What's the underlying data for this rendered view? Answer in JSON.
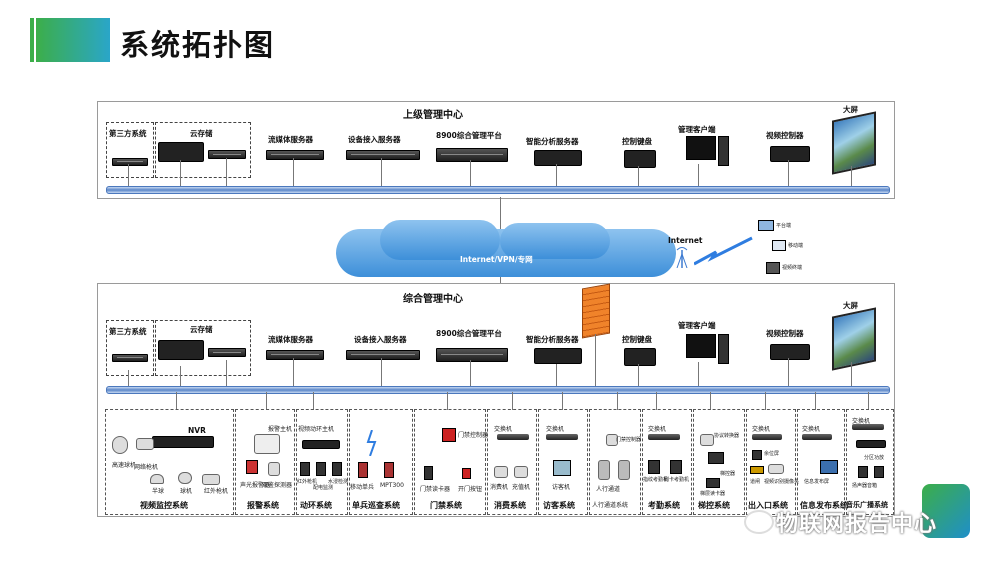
{
  "page": {
    "title": "系统拓扑图"
  },
  "upper": {
    "title": "上级管理中心",
    "third_party": "第三方系统",
    "cloud_storage": "云存储",
    "items": [
      "流媒体服务器",
      "设备接入服务器",
      "8900综合管理平台",
      "智能分析服务器",
      "控制键盘",
      "管理客户端",
      "视频控制器",
      "大屏"
    ]
  },
  "network": {
    "cloud_label": "Internet/VPN/专网",
    "internet_label": "Internet",
    "mobile_labels": [
      "平台端",
      "移动端",
      "视频终端"
    ]
  },
  "lower": {
    "title": "综合管理中心",
    "third_party": "第三方系统",
    "cloud_storage": "云存储",
    "items": [
      "流媒体服务器",
      "设备接入服务器",
      "8900综合管理平台",
      "智能分析服务器",
      "控制键盘",
      "管理客户端",
      "视频控制器",
      "大屏"
    ]
  },
  "subsystems": [
    {
      "name": "视频监控系统",
      "top": "NVR",
      "devices": [
        "高速球机",
        "网络枪机",
        "半球",
        "球机",
        "红外枪机"
      ]
    },
    {
      "name": "报警系统",
      "top": "报警主机",
      "devices": [
        "声光报警器",
        "双鉴探测器"
      ]
    },
    {
      "name": "动环系统",
      "top": "视频动环主机",
      "devices": [
        "红外枪机",
        "配电监测",
        "水浸检测"
      ]
    },
    {
      "name": "单兵巡查系统",
      "top": "",
      "devices": [
        "移动单兵",
        "MPT300"
      ]
    },
    {
      "name": "门禁系统",
      "top": "门禁控制器",
      "devices": [
        "门禁读卡器",
        "开门按钮"
      ]
    },
    {
      "name": "消费系统",
      "top": "交换机",
      "devices": [
        "消费机",
        "充值机"
      ]
    },
    {
      "name": "访客系统",
      "top": "交换机",
      "devices": [
        "访客机"
      ]
    },
    {
      "name": "人行通道系统",
      "top": "门禁控制器",
      "devices": [
        "人行通道"
      ]
    },
    {
      "name": "考勤系统",
      "top": "交换机",
      "devices": [
        "指纹考勤机",
        "刷卡考勤机"
      ]
    },
    {
      "name": "梯控系统",
      "top": "协议转换器",
      "devices": [
        "梯控器",
        "梯层读卡器"
      ]
    },
    {
      "name": "出入口系统",
      "top": "交换机",
      "devices": [
        "余位屏",
        "道闸",
        "视频识别摄像头"
      ]
    },
    {
      "name": "信息发布系统",
      "top": "交换机",
      "devices": [
        "信息发布屏"
      ]
    },
    {
      "name": "音乐广播系统",
      "top": "交换机",
      "devices": [
        "分区功放",
        "扬声器音箱"
      ]
    }
  ],
  "watermark": {
    "text": "物联网报告中心"
  }
}
